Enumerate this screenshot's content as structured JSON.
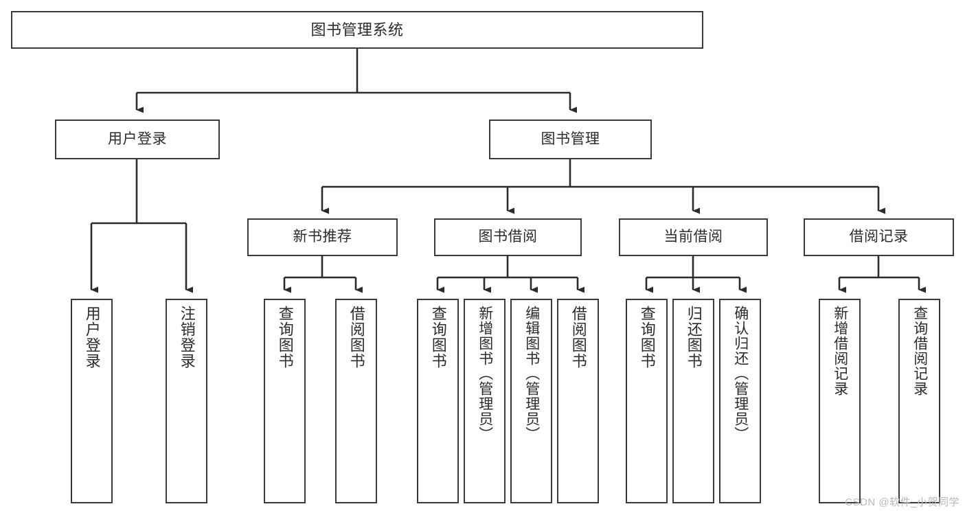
{
  "diagram": {
    "type": "tree-hierarchy",
    "title": "图书管理系统",
    "colors": {
      "box_border": "#3a3a3a",
      "box_fill": "#ffffff",
      "connector": "#2b2b2b",
      "text": "#2b2b2b",
      "watermark": "#b9b9b9",
      "background": "#ffffff"
    },
    "root": {
      "label": "图书管理系统"
    },
    "level2": [
      {
        "label": "用户登录"
      },
      {
        "label": "图书管理"
      }
    ],
    "level3": [
      {
        "label": "新书推荐"
      },
      {
        "label": "图书借阅"
      },
      {
        "label": "当前借阅"
      },
      {
        "label": "借阅记录"
      }
    ],
    "leaves": {
      "user_login": [
        {
          "label": "用户登录"
        },
        {
          "label": "注销登录"
        }
      ],
      "new_book_recommend": [
        {
          "label": "查询图书"
        },
        {
          "label": "借阅图书"
        }
      ],
      "book_borrow": [
        {
          "label": "查询图书"
        },
        {
          "label": "新增图书（管理员）"
        },
        {
          "label": "编辑图书（管理员）"
        },
        {
          "label": "借阅图书"
        }
      ],
      "current_borrow": [
        {
          "label": "查询图书"
        },
        {
          "label": "归还图书"
        },
        {
          "label": "确认归还（管理员）"
        }
      ],
      "borrow_record": [
        {
          "label": "新增借阅记录"
        },
        {
          "label": "查询借阅记录"
        }
      ]
    }
  },
  "watermark": {
    "text": "CSDN @软件_小贺同学"
  }
}
